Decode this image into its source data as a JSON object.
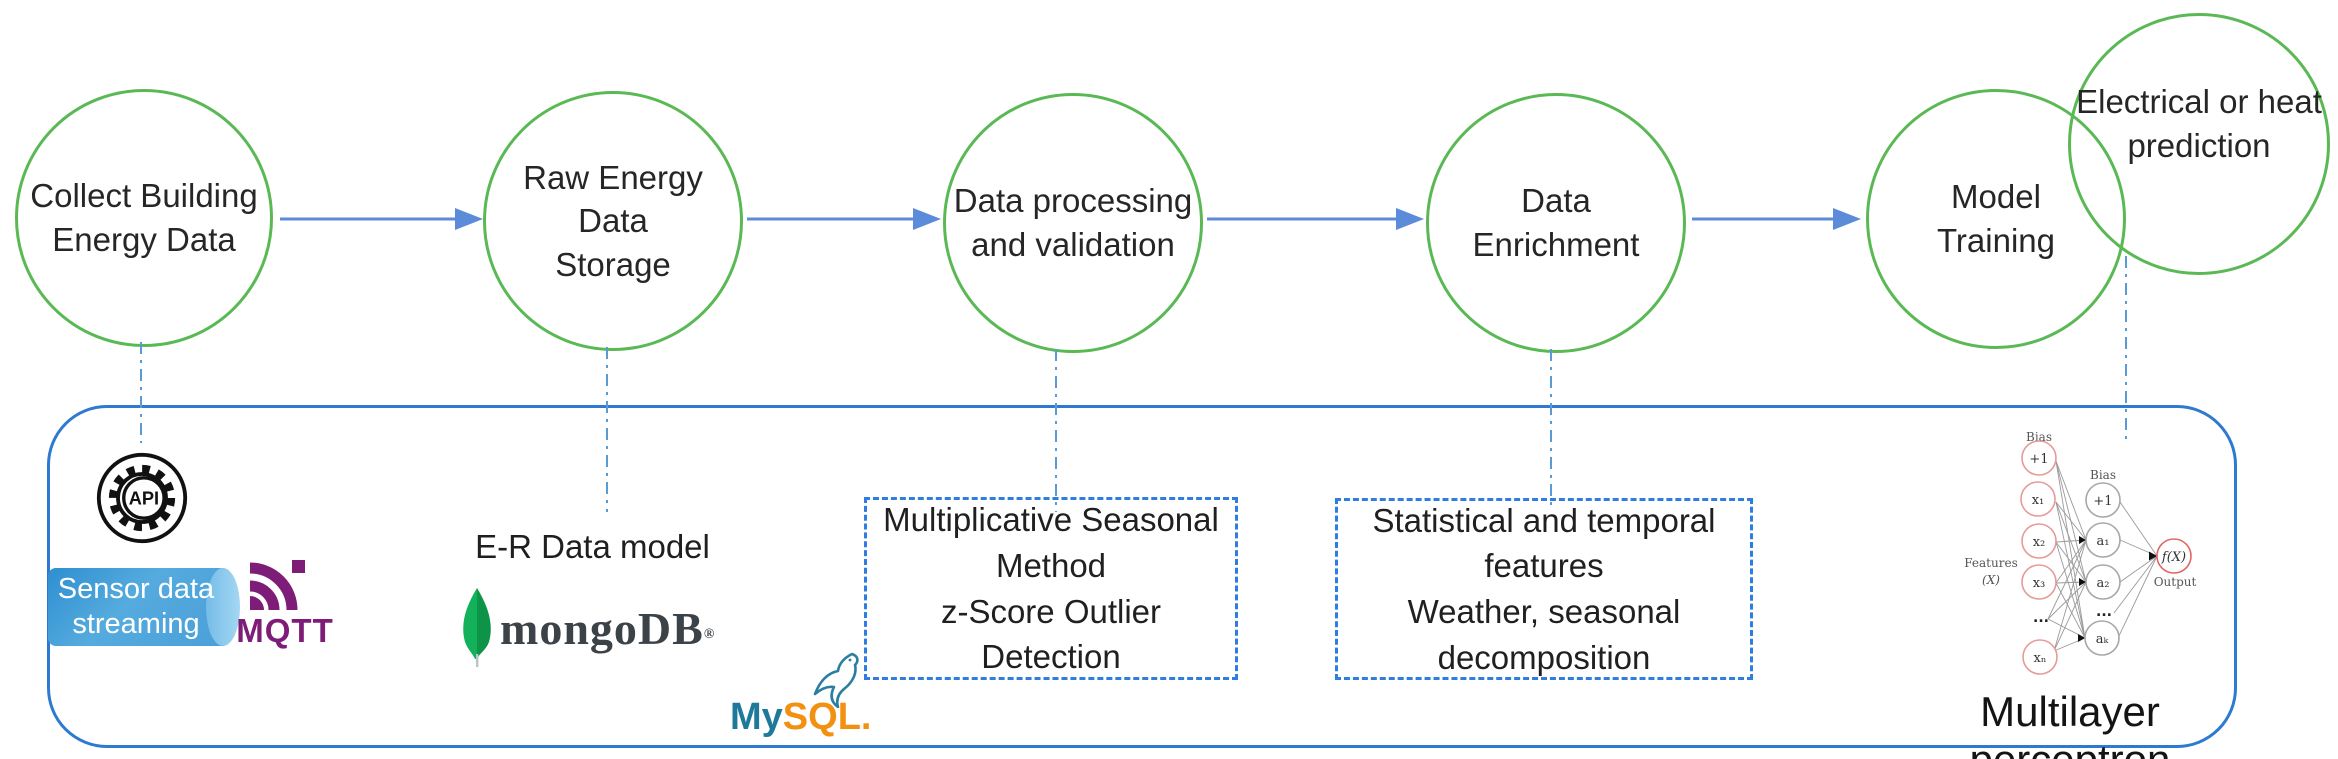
{
  "diagram": {
    "stages": [
      {
        "label": "Collect Building\nEnergy Data"
      },
      {
        "label": "Raw Energy Data\nStorage"
      },
      {
        "label": "Data processing\nand validation"
      },
      {
        "label": "Data\nEnrichment"
      },
      {
        "label": "Model\nTraining"
      },
      {
        "label": "Electrical or heat\nprediction"
      }
    ],
    "implementation": {
      "api_label": "API",
      "sensor_stream_label": "Sensor data\nstreaming",
      "mqtt_label": "MQTT",
      "er_model_label": "E-R Data model",
      "mongodb_label": "mongoDB",
      "mongodb_reg": "®",
      "mysql_part1": "My",
      "mysql_part2": "SQL.",
      "outlier_box_label": "Multiplicative Seasonal\nMethod\nz-Score Outlier\nDetection",
      "feature_box_label": "Statistical and temporal\nfeatures\nWeather, seasonal\ndecomposition",
      "mlp_caption": "Multilayer perceptron",
      "mlp": {
        "bias_input_label": "Bias",
        "bias_hidden_label": "Bias",
        "features_label": "Features",
        "features_sub": "(X)",
        "input_nodes": [
          "+1",
          "x₁",
          "x₂",
          "x₃",
          "...",
          "xₙ"
        ],
        "hidden_nodes": [
          "+1",
          "a₁",
          "a₂",
          "...",
          "aₖ"
        ],
        "output_node": "f(X)",
        "output_label": "Output"
      }
    },
    "colors": {
      "stage_stroke": "#5ab955",
      "flow_arrow": "#5b8bd9",
      "connector": "#5b9bd5",
      "outer_border": "#2e7ad1",
      "dashed_border": "#2f7de0",
      "mqtt_purple": "#7e1d78",
      "mongodb_leaf_green": "#10aa50",
      "mongodb_text": "#3b4248",
      "mysql_blue": "#1f7a99",
      "mysql_orange": "#f29111",
      "cylinder_blue": "#4aa0d8"
    }
  }
}
